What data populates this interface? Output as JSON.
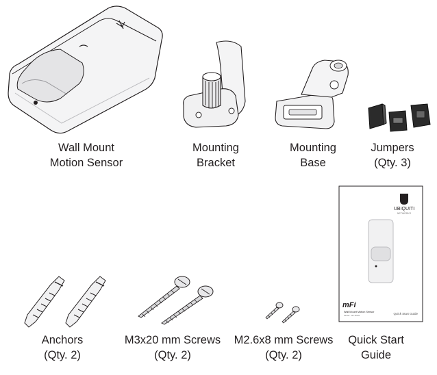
{
  "items": [
    {
      "id": "motion-sensor",
      "line1": "Wall Mount",
      "line2": "Motion Sensor"
    },
    {
      "id": "mounting-bracket",
      "line1": "Mounting",
      "line2": "Bracket"
    },
    {
      "id": "mounting-base",
      "line1": "Mounting",
      "line2": "Base"
    },
    {
      "id": "jumpers",
      "line1": "Jumpers",
      "line2": "(Qty. 3)"
    },
    {
      "id": "anchors",
      "line1": "Anchors",
      "line2": "(Qty. 2)"
    },
    {
      "id": "m3-screws",
      "line1": "M3x20 mm Screws",
      "line2": "(Qty. 2)"
    },
    {
      "id": "m26-screws",
      "line1": "M2.6x8 mm Screws",
      "line2": "(Qty. 2)"
    },
    {
      "id": "quick-start-guide",
      "line1": "Quick Start",
      "line2": "Guide"
    }
  ],
  "guide": {
    "brand": "UBIQUITI",
    "brand_sub": "NETWORKS",
    "logo_text": "mFi",
    "product_name": "Wall Mount Motion Sensor",
    "model": "Model: mFi-MSW",
    "title": "Quick Start Guide"
  },
  "colors": {
    "outline": "#231f20",
    "plastic": "#f1f1f2",
    "shade": "#d9d9db",
    "jumper": "#2b2b2b"
  }
}
